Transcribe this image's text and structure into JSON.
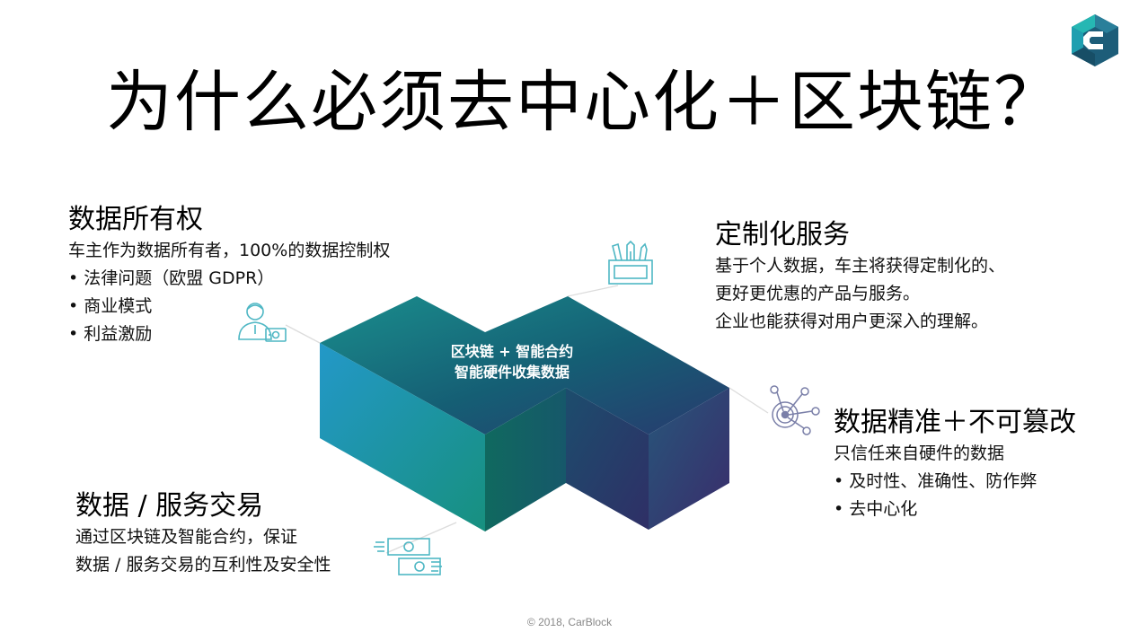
{
  "title": "为什么必须去中心化＋区块链？",
  "center": {
    "line1": "区块链 + 智能合约",
    "line2": "智能硬件收集数据"
  },
  "ownership": {
    "heading": "数据所有权",
    "lines": [
      "车主作为数据所有者，100%的数据控制权",
      "• 法律问题（欧盟 GDPR）",
      "• 商业模式",
      "• 利益激励"
    ]
  },
  "custom": {
    "heading": "定制化服务",
    "lines": [
      "基于个人数据，车主将获得定制化的、",
      "更好更优惠的产品与服务。",
      "企业也能获得对用户更深入的理解。"
    ]
  },
  "accurate": {
    "heading": "数据精准＋不可篡改",
    "lines": [
      "只信任来自硬件的数据",
      "• 及时性、准确性、防作弊",
      "• 去中心化"
    ]
  },
  "trade": {
    "heading": "数据 / 服务交易",
    "lines": [
      "通过区块链及智能合约，保证",
      "数据 / 服务交易的互利性及安全性"
    ]
  },
  "footer": "© 2018, CarBlock",
  "colors": {
    "teal": "#2bb3b7",
    "icon_stroke": "#4fb7c4",
    "logo_dark": "#1d5d79",
    "logo_teal": "#26b7b3"
  },
  "icons": [
    "logo-icon",
    "user-card-icon",
    "stationery-icon",
    "target-network-icon",
    "money-transfer-icon"
  ]
}
